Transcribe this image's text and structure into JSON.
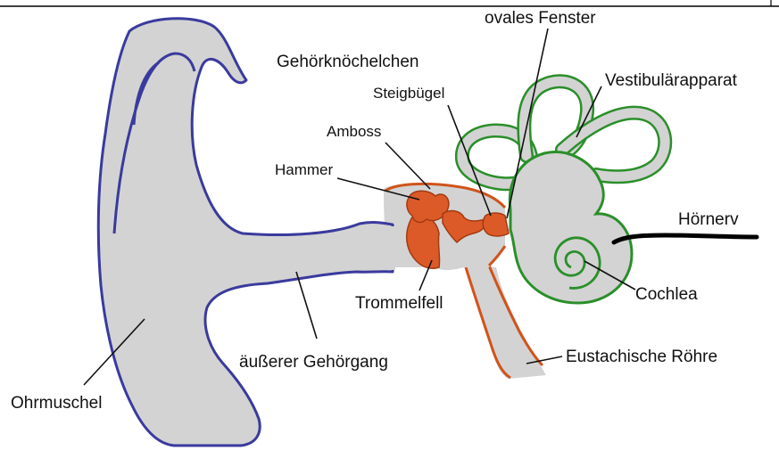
{
  "colors": {
    "tissue": "#d3d3d3",
    "outer_outline": "#3a3a9e",
    "middle_outline": "#d0541a",
    "ossicle_fill": "#dc5a28",
    "inner_outline": "#2a8f2a",
    "nerve": "#000000"
  },
  "labels": {
    "ovales_fenster": "ovales Fenster",
    "gehoerknoechelchen": "Gehörknöchelchen",
    "vestibularapparat": "Vestibulärapparat",
    "steigbuegel": "Steigbügel",
    "amboss": "Amboss",
    "hammer": "Hammer",
    "hoernerv": "Hörnerv",
    "cochlea": "Cochlea",
    "trommelfell": "Trommelfell",
    "aeusserer_gehoergang": "äußerer Gehörgang",
    "eustachische_roehre": "Eustachische Röhre",
    "ohrmuschel": "Ohrmuschel"
  }
}
